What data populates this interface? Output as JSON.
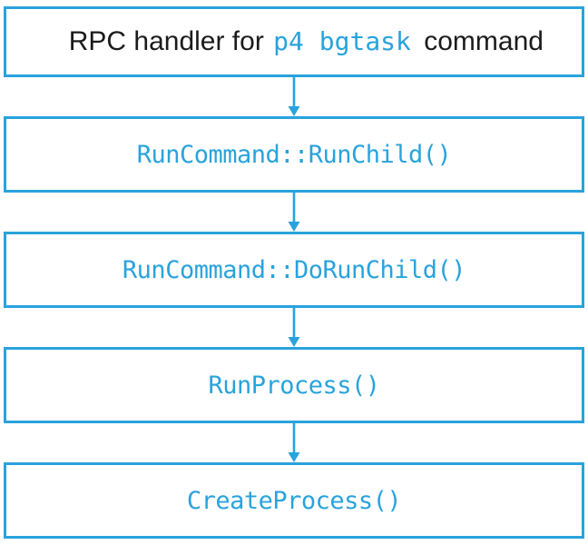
{
  "flowchart": {
    "root_node": {
      "text_before": "RPC handler for",
      "code_text": "p4 bgtask",
      "text_after": "command"
    },
    "nodes": [
      {
        "label": "RunCommand::RunChild()"
      },
      {
        "label": "RunCommand::DoRunChild()"
      },
      {
        "label": "RunProcess()"
      },
      {
        "label": "CreateProcess()"
      }
    ]
  },
  "colors": {
    "accent": "#29A3DC",
    "text_dark": "#1B1B1B",
    "background": "#FFFFFF"
  }
}
